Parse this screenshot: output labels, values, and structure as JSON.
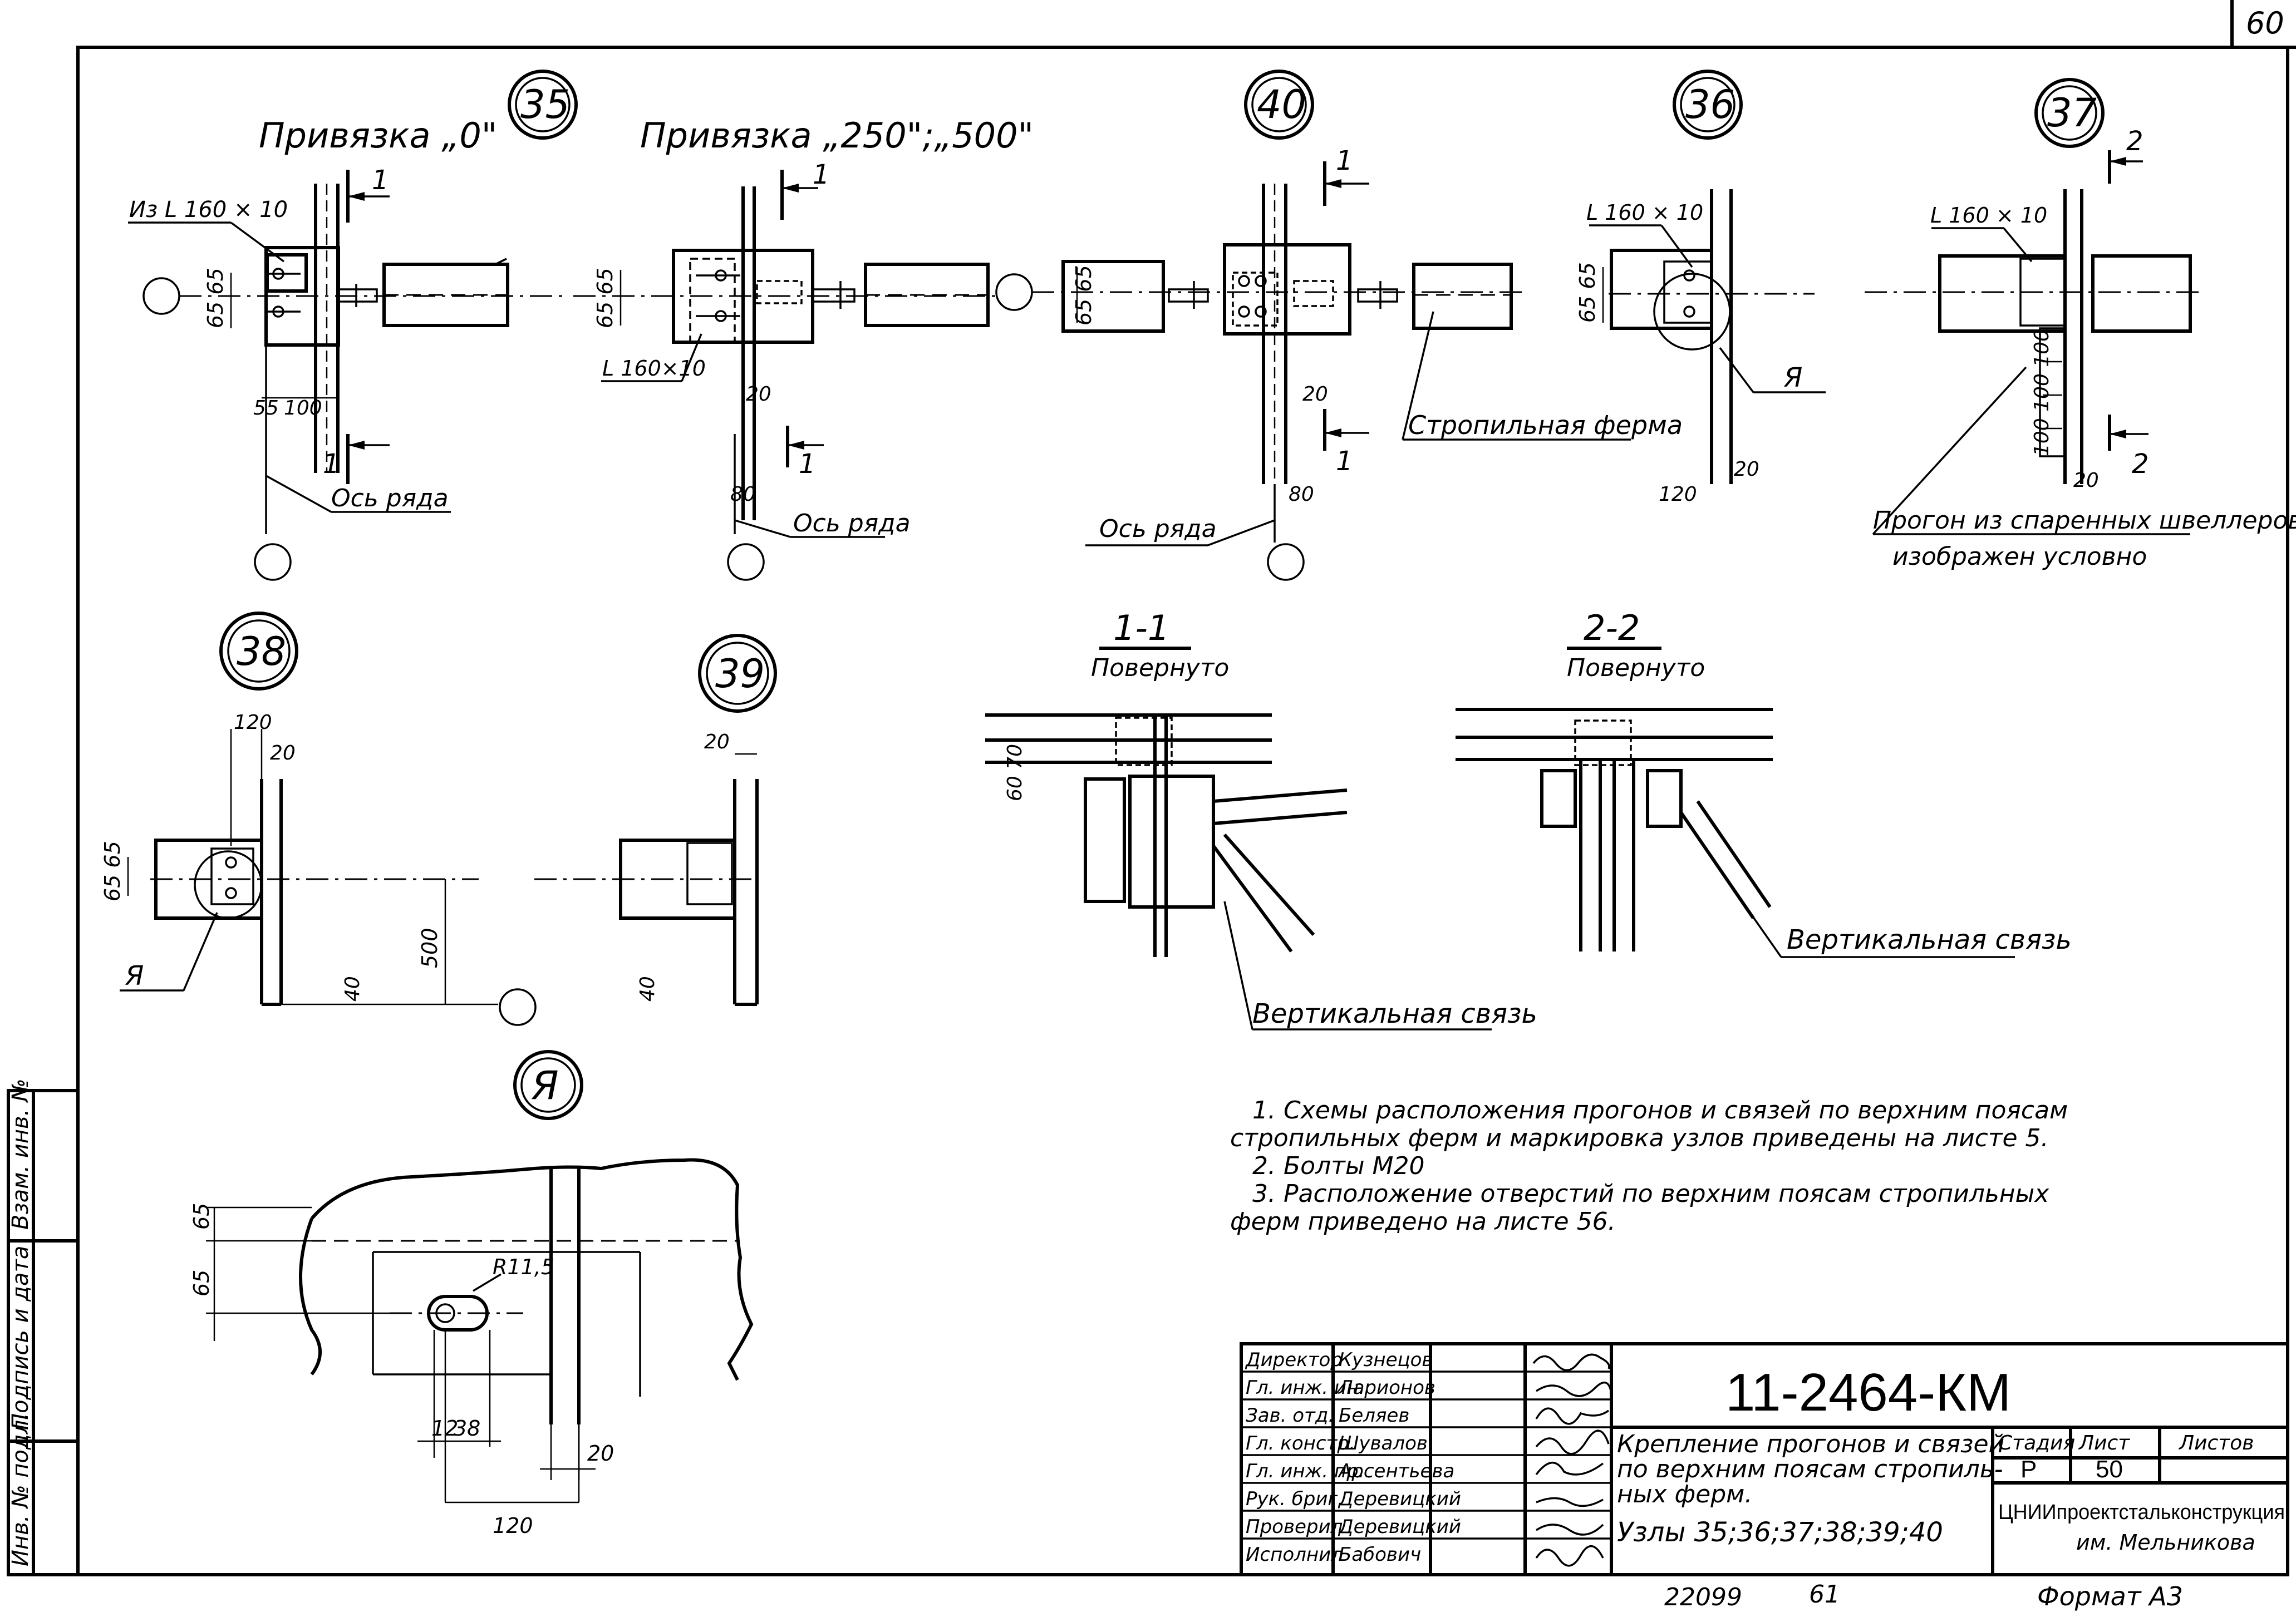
{
  "page_number": "60",
  "titles": {
    "attach_0": "Привязка „0\"",
    "attach_250_500": "Привязка „250\";„500\""
  },
  "nodes": {
    "n35": "35",
    "n40": "40",
    "n36": "36",
    "n37": "37",
    "n38": "38",
    "n39": "39",
    "nA": "Я"
  },
  "labels": {
    "iz_l160": "Из L 160 × 10",
    "l160_a": "L 160×10",
    "l160_b": "L 160 × 10",
    "l160_c": "L 160 × 10",
    "axis_row_1": "Ось ряда",
    "axis_row_2": "Ось ряда",
    "axis_row_3": "Ось ряда",
    "rafter_truss": "Стропильная ферма",
    "purlin_note_1": "Прогон из спаренных швеллеров",
    "purlin_note_2": "изображен условно",
    "section_1_1": "1-1",
    "section_2_2": "2-2",
    "rotated_1": "Повернуто",
    "rotated_2": "Повернуто",
    "vertical_brace_1": "Вертикальная связь",
    "vertical_brace_2": "Вертикальная связь",
    "callout_a_1": "Я",
    "callout_a_2": "Я",
    "sec_mark_1": "1",
    "sec_mark_2": "2"
  },
  "dimensions": {
    "d65_65": "65 65",
    "d55": "55",
    "d100": "100",
    "d20": "20",
    "d80": "80",
    "d120": "120",
    "d500": "500",
    "d40": "40",
    "d60_70": "60 70",
    "d100x3": "100 100 100",
    "r11_5": "R11,5",
    "d12": "12",
    "d38": "38",
    "d65": "65"
  },
  "notes": [
    "1. Схемы расположения прогонов и связей по верхним поясам",
    "стропильных ферм и маркировка узлов приведены на листе 5.",
    "2. Болты М20",
    "3. Расположение отверстий по верхним поясам стропильных",
    "ферм приведено на листе 56."
  ],
  "side_stamp": [
    "Инв. № подл.",
    "Подпись и дата",
    "Взам. инв. №"
  ],
  "title_block": {
    "doc_code": "11-2464-КМ",
    "title_lines": [
      "Крепление прогонов и связей",
      "по верхним поясам стропиль-",
      "ных ферм.",
      "Узлы 35;36;37;38;39;40"
    ],
    "stage_label": "Стадия",
    "sheet_label": "Лист",
    "sheets_label": "Листов",
    "stage": "Р",
    "sheet": "50",
    "org_1": "ЦНИИпроектстальконструкция",
    "org_2": "им. Мельникова",
    "roles": [
      {
        "role": "Директор",
        "name": "Кузнецов"
      },
      {
        "role": "Гл. инж. ин.",
        "name": "Ларионов"
      },
      {
        "role": "Зав. отд.",
        "name": "Беляев"
      },
      {
        "role": "Гл. констр.",
        "name": "Шувалов"
      },
      {
        "role": "Гл. инж. пр.",
        "name": "Арсентьева"
      },
      {
        "role": "Рук. бриг.",
        "name": "Деревицкий"
      },
      {
        "role": "Проверил",
        "name": "Деревицкий"
      },
      {
        "role": "Исполнил",
        "name": "Бабович"
      }
    ]
  },
  "footer": {
    "inv": "22099",
    "num": "61",
    "format": "Формат А3"
  }
}
